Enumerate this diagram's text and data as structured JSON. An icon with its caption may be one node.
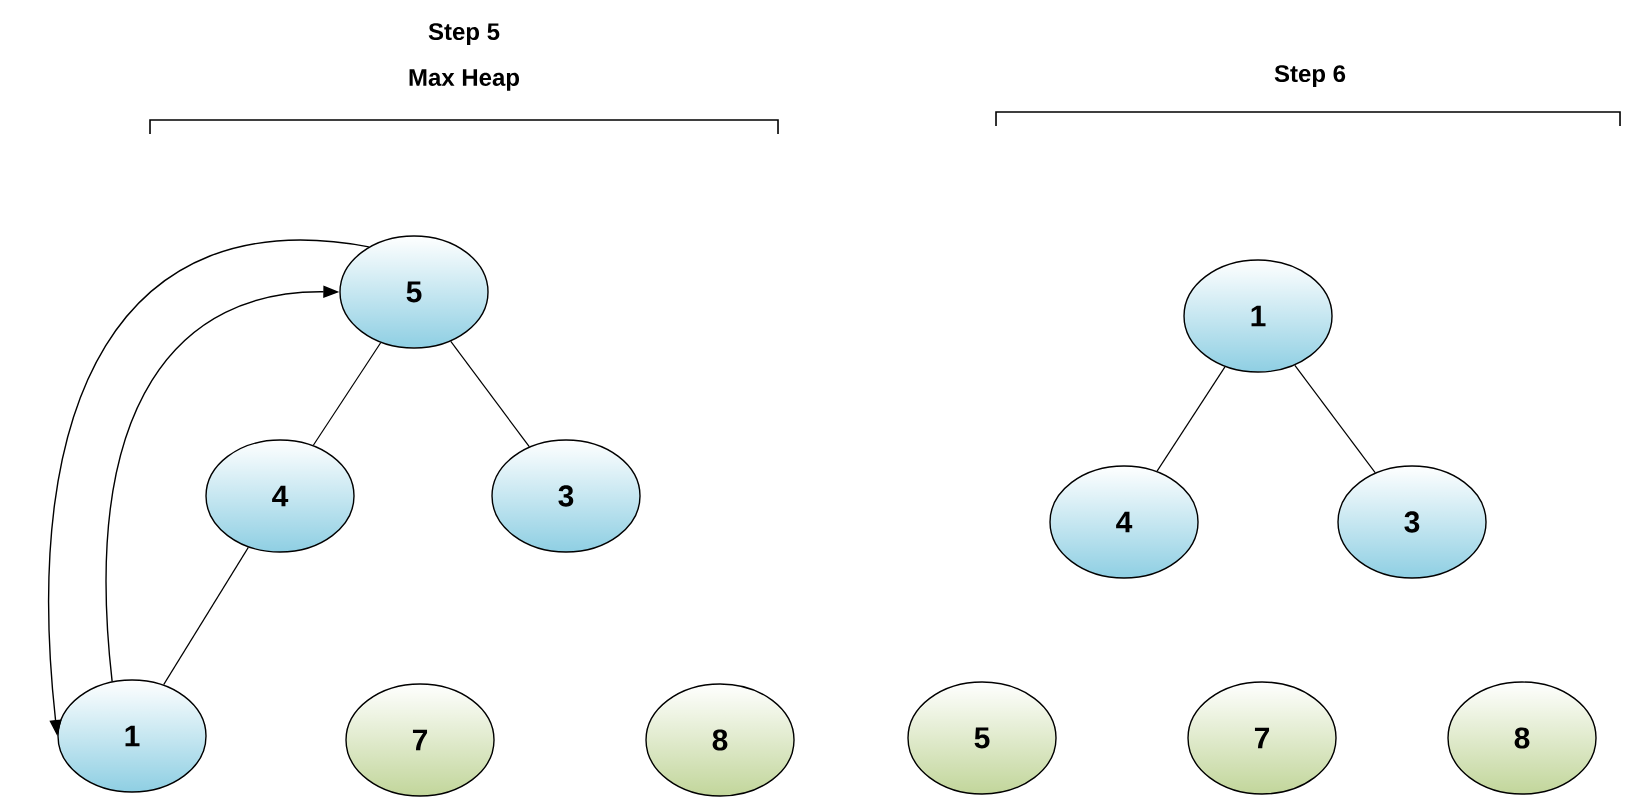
{
  "diagram": {
    "nodes": [
      {
        "text": [
          "5"
        ]
      },
      {
        "text": [
          "4"
        ]
      },
      {
        "text": [
          "3"
        ]
      },
      {
        "text": [
          "1"
        ]
      },
      {
        "text": [
          "7"
        ]
      },
      {
        "text": [
          "8"
        ]
      },
      {
        "text": [
          "1"
        ]
      },
      {
        "text": [
          "4"
        ]
      },
      {
        "text": [
          "3"
        ]
      },
      {
        "text": [
          "5"
        ]
      },
      {
        "text": [
          "7"
        ]
      },
      {
        "text": [
          "8"
        ]
      }
    ],
    "edges": [
      {
        "from": 0,
        "to": 1,
        "arrow": "none"
      },
      {
        "from": 0,
        "to": 2,
        "arrow": "none"
      },
      {
        "from": 1,
        "to": 3,
        "arrow": "none"
      },
      {
        "from": 3,
        "to": 0,
        "arrow": "to"
      },
      {
        "from": 0,
        "to": 3,
        "arrow": "to"
      },
      {
        "from": 6,
        "to": 7,
        "arrow": "none"
      },
      {
        "from": 6,
        "to": 8,
        "arrow": "none"
      }
    ],
    "labels": [
      "Step 5",
      "Max Heap",
      "Step 6"
    ]
  }
}
